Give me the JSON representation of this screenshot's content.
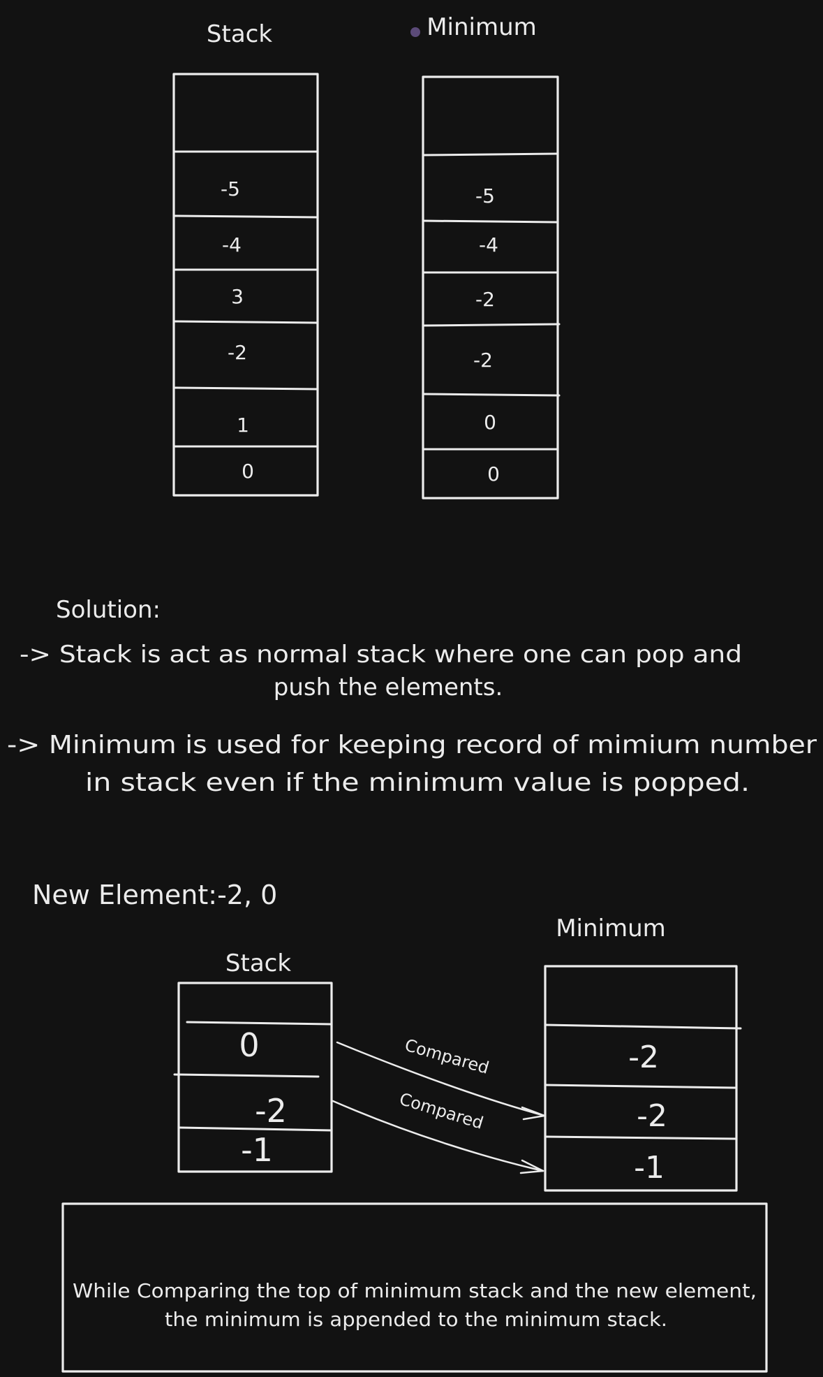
{
  "top_diagram": {
    "stack_title": "Stack",
    "minimum_title": "Minimum",
    "stack_cells": [
      "",
      "-5",
      "-4",
      "3",
      "-2",
      "1",
      "0"
    ],
    "minimum_cells": [
      "",
      "-5",
      "-4",
      "-2",
      "-2",
      "0",
      "0"
    ]
  },
  "solution": {
    "heading": "Solution:",
    "point1_line1": "-> Stack is act as normal stack where one can pop and",
    "point1_line2": "push the elements.",
    "point2_line1": "-> Minimum is used for keeping record of mimium number",
    "point2_line2": "in stack even if the minimum value is popped."
  },
  "bottom_diagram": {
    "new_element_label": "New Element:-2, 0",
    "stack_title": "Stack",
    "minimum_title": "Minimum",
    "stack_cells": [
      "",
      "0",
      "-2",
      "-1"
    ],
    "minimum_cells": [
      "",
      "-2",
      "-2",
      "-1"
    ],
    "arrow_label_1": "Compared",
    "arrow_label_2": "Compared"
  },
  "note": {
    "line1": "While Comparing the top of minimum stack and the new element,",
    "line2": "the minimum is appended to the minimum stack."
  },
  "colors": {
    "background": "#121212",
    "stroke": "#ececec",
    "dot": "#5b4a78"
  }
}
